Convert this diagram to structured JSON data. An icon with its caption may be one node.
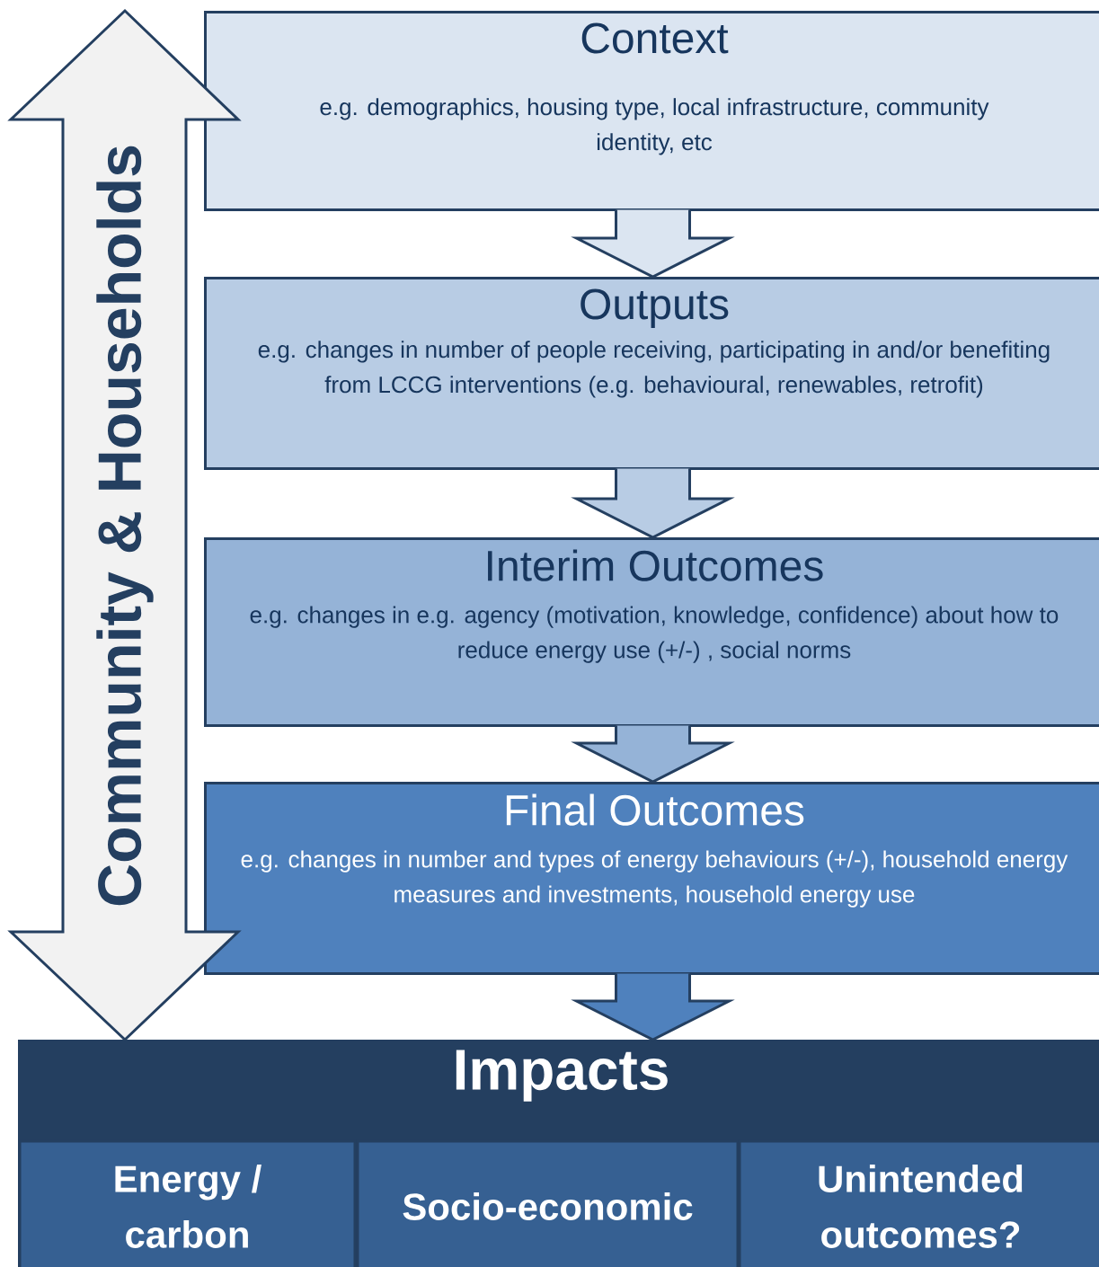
{
  "diagram": {
    "nodes": [
      {
        "text": [
          "Context",
          "e.g. demographics, housing type, local infrastructure, community identity, etc"
        ]
      },
      {
        "text": [
          "Outputs",
          "e.g. changes in number of people receiving, participating in and/or benefiting from LCCG interventions (e.g. behavioural, renewables, retrofit)"
        ]
      },
      {
        "text": [
          "Interim Outcomes",
          "e.g. changes in e.g. agency (motivation, knowledge, confidence) about how to reduce energy use (+/-) , social norms"
        ]
      },
      {
        "text": [
          "Final Outcomes",
          "e.g. changes in number and types of energy behaviours (+/-), household energy measures and investments, household energy use"
        ]
      },
      {
        "text": [
          "Impacts"
        ]
      },
      {
        "text": [
          "Energy / carbon"
        ],
        "in": 4
      },
      {
        "text": [
          "Socio-economic"
        ],
        "in": 4
      },
      {
        "text": [
          "Unintended outcomes?"
        ],
        "in": 4
      },
      {
        "text": [
          "Community & Households"
        ]
      }
    ],
    "edges": [
      {
        "from": 0,
        "to": 1,
        "arrow": "to"
      },
      {
        "from": 1,
        "to": 2,
        "arrow": "to"
      },
      {
        "from": 2,
        "to": 3,
        "arrow": "to"
      },
      {
        "from": 3,
        "to": 4,
        "arrow": "to"
      }
    ]
  }
}
